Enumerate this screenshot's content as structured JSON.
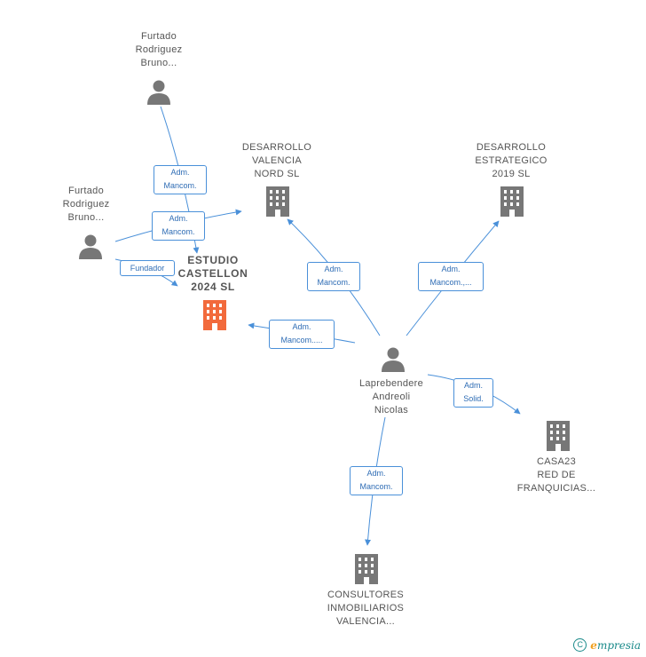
{
  "nodes": {
    "furtado_top": "Furtado\nRodriguez\nBruno...",
    "furtado_left": "Furtado\nRodriguez\nBruno...",
    "desarrollo_valencia": "DESARROLLO\nVALENCIA\nNORD  SL",
    "desarrollo_estrategico": "DESARROLLO\nESTRATEGICO\n2019  SL",
    "estudio_castellon": "ESTUDIO\nCASTELLON\n2024  SL",
    "laprebendere": "Laprebendere\nAndreoli\nNicolas",
    "casa23": "CASA23\nRED DE\nFRANQUICIAS...",
    "consultores": "CONSULTORES\nINMOBILIARIOS\nVALENCIA..."
  },
  "edges": {
    "e1": "Adm.\nMancom.",
    "e2": "Adm.\nMancom.",
    "e3": "Fundador",
    "e4": "Adm.\nMancom.",
    "e5": "Adm.\nMancom.,...",
    "e6": "Adm.\nMancom.....",
    "e7": "Adm.\nSolid.",
    "e8": "Adm.\nMancom."
  },
  "colors": {
    "edge": "#4a90d9",
    "icon_gray": "#777777",
    "icon_main": "#f26a3c"
  },
  "watermark": {
    "symbol": "C",
    "brand_first": "e",
    "brand_rest": "mpresia"
  }
}
